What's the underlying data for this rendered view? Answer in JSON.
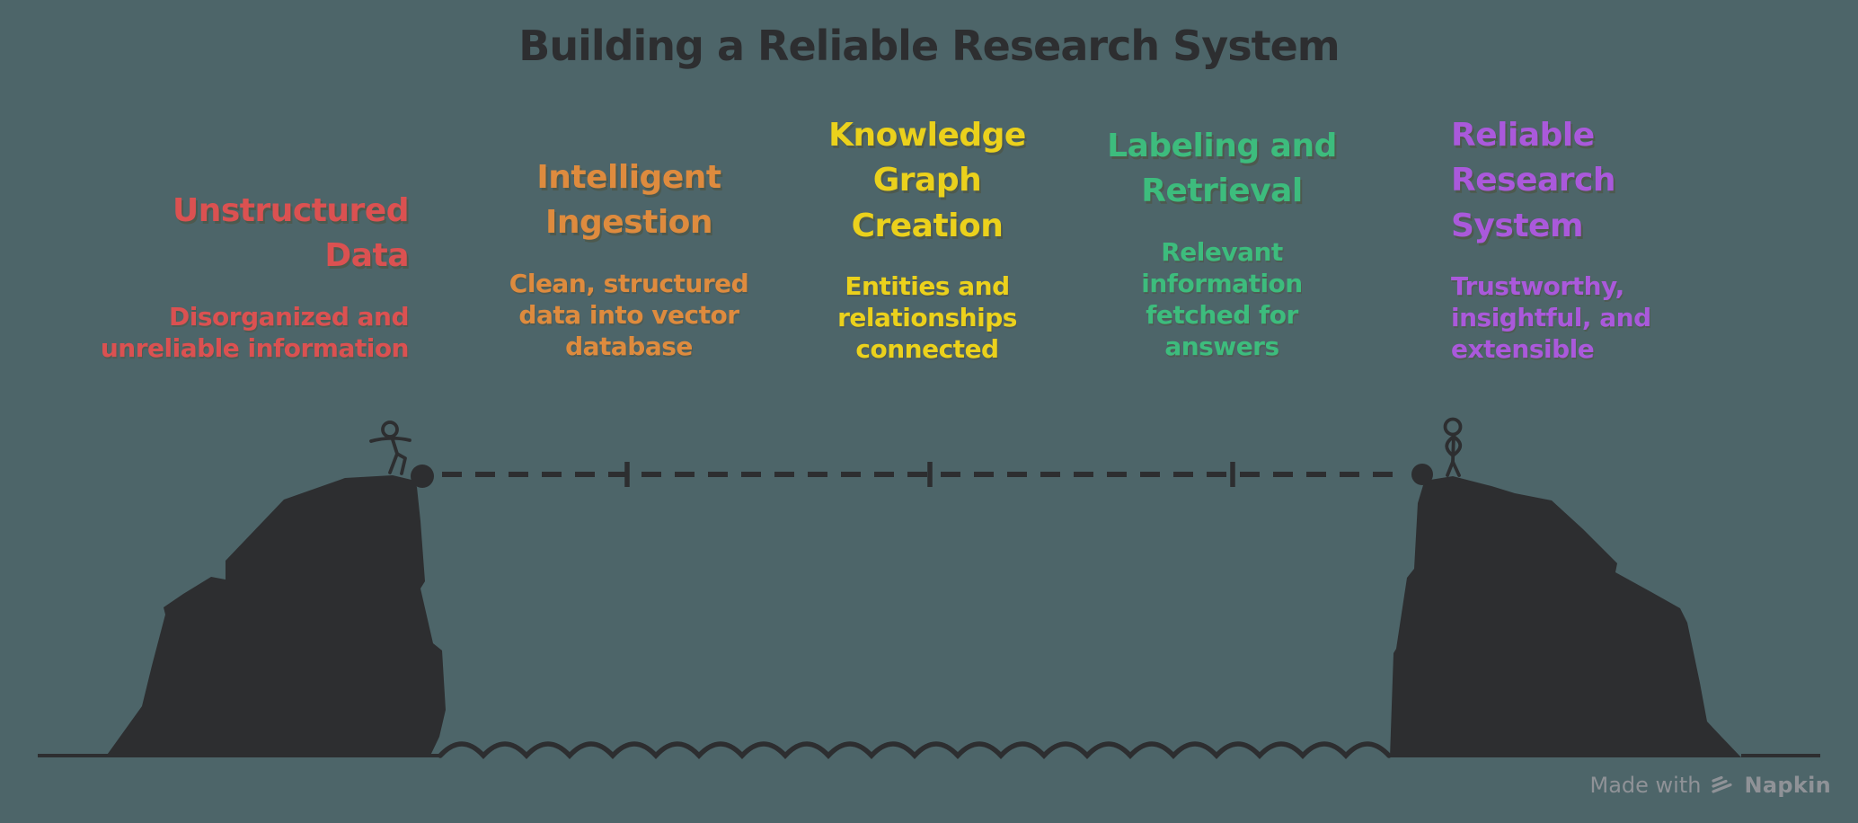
{
  "title": "Building a Reliable Research System",
  "columns": [
    {
      "id": "unstructured-data",
      "heading": "Unstructured\nData",
      "description": "Disorganized and\nunreliable information",
      "color": "#DB5151"
    },
    {
      "id": "intelligent-ingestion",
      "heading": "Intelligent\nIngestion",
      "description": "Clean, structured\ndata into vector\ndatabase",
      "color": "#DE8B3E"
    },
    {
      "id": "knowledge-graph-creation",
      "heading": "Knowledge\nGraph\nCreation",
      "description": "Entities and\nrelationships\nconnected",
      "color": "#EBD11C"
    },
    {
      "id": "labeling-and-retrieval",
      "heading": "Labeling and\nRetrieval",
      "description": "Relevant\ninformation\nfetched for\nanswers",
      "color": "#3DBC7D"
    },
    {
      "id": "reliable-research-system",
      "heading": "Reliable\nResearch\nSystem",
      "description": "Trustworthy,\ninsightful, and\nextensible",
      "color": "#AA59DB"
    }
  ],
  "watermark": {
    "made_with": "Made with",
    "brand": "Napkin",
    "icon": "napkin-stack-icon",
    "color": "#97979C"
  },
  "scene": {
    "ink": "#2D2E30",
    "background": "#4D6569"
  }
}
